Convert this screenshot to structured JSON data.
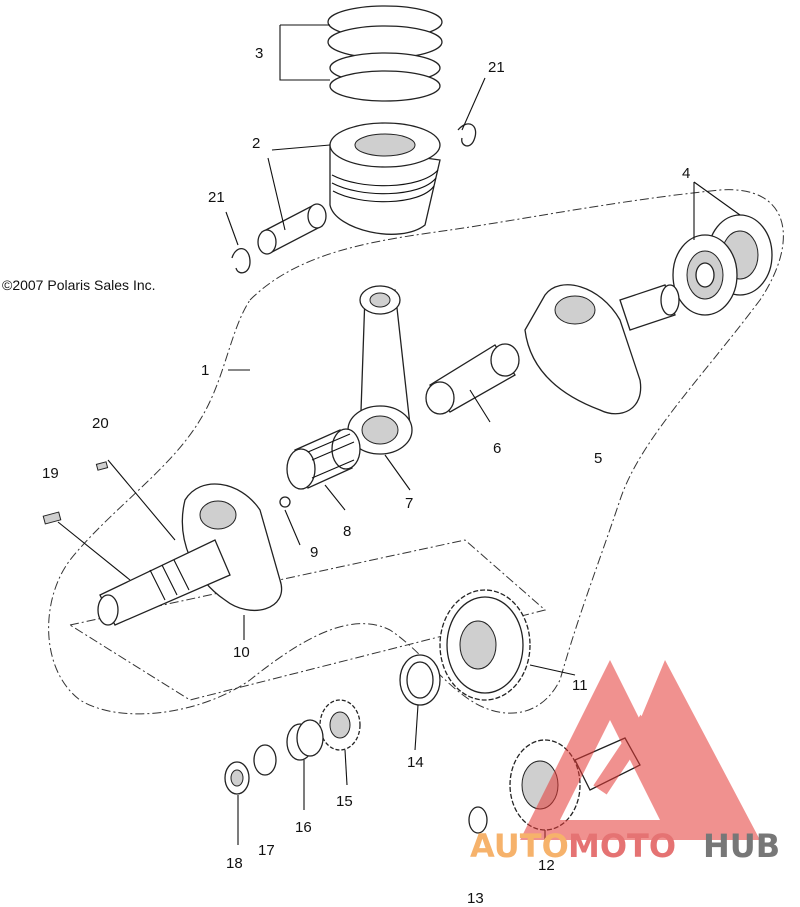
{
  "copyright": "©2007 Polaris Sales Inc.",
  "labels": {
    "l1": "1",
    "l2": "2",
    "l3": "3",
    "l4": "4",
    "l5": "5",
    "l6": "6",
    "l7": "7",
    "l8": "8",
    "l9": "9",
    "l10": "10",
    "l11": "11",
    "l12": "12",
    "l13": "13",
    "l14": "14",
    "l15": "15",
    "l16": "16",
    "l17": "17",
    "l18": "18",
    "l19": "19",
    "l20": "20",
    "l21a": "21",
    "l21b": "21"
  },
  "watermark": {
    "part1": "AUTO",
    "part2": "MOTO",
    "part3": "HUB",
    "color_light": "#f6b26b",
    "color_red": "#e53935",
    "color_dark": "#555555"
  }
}
